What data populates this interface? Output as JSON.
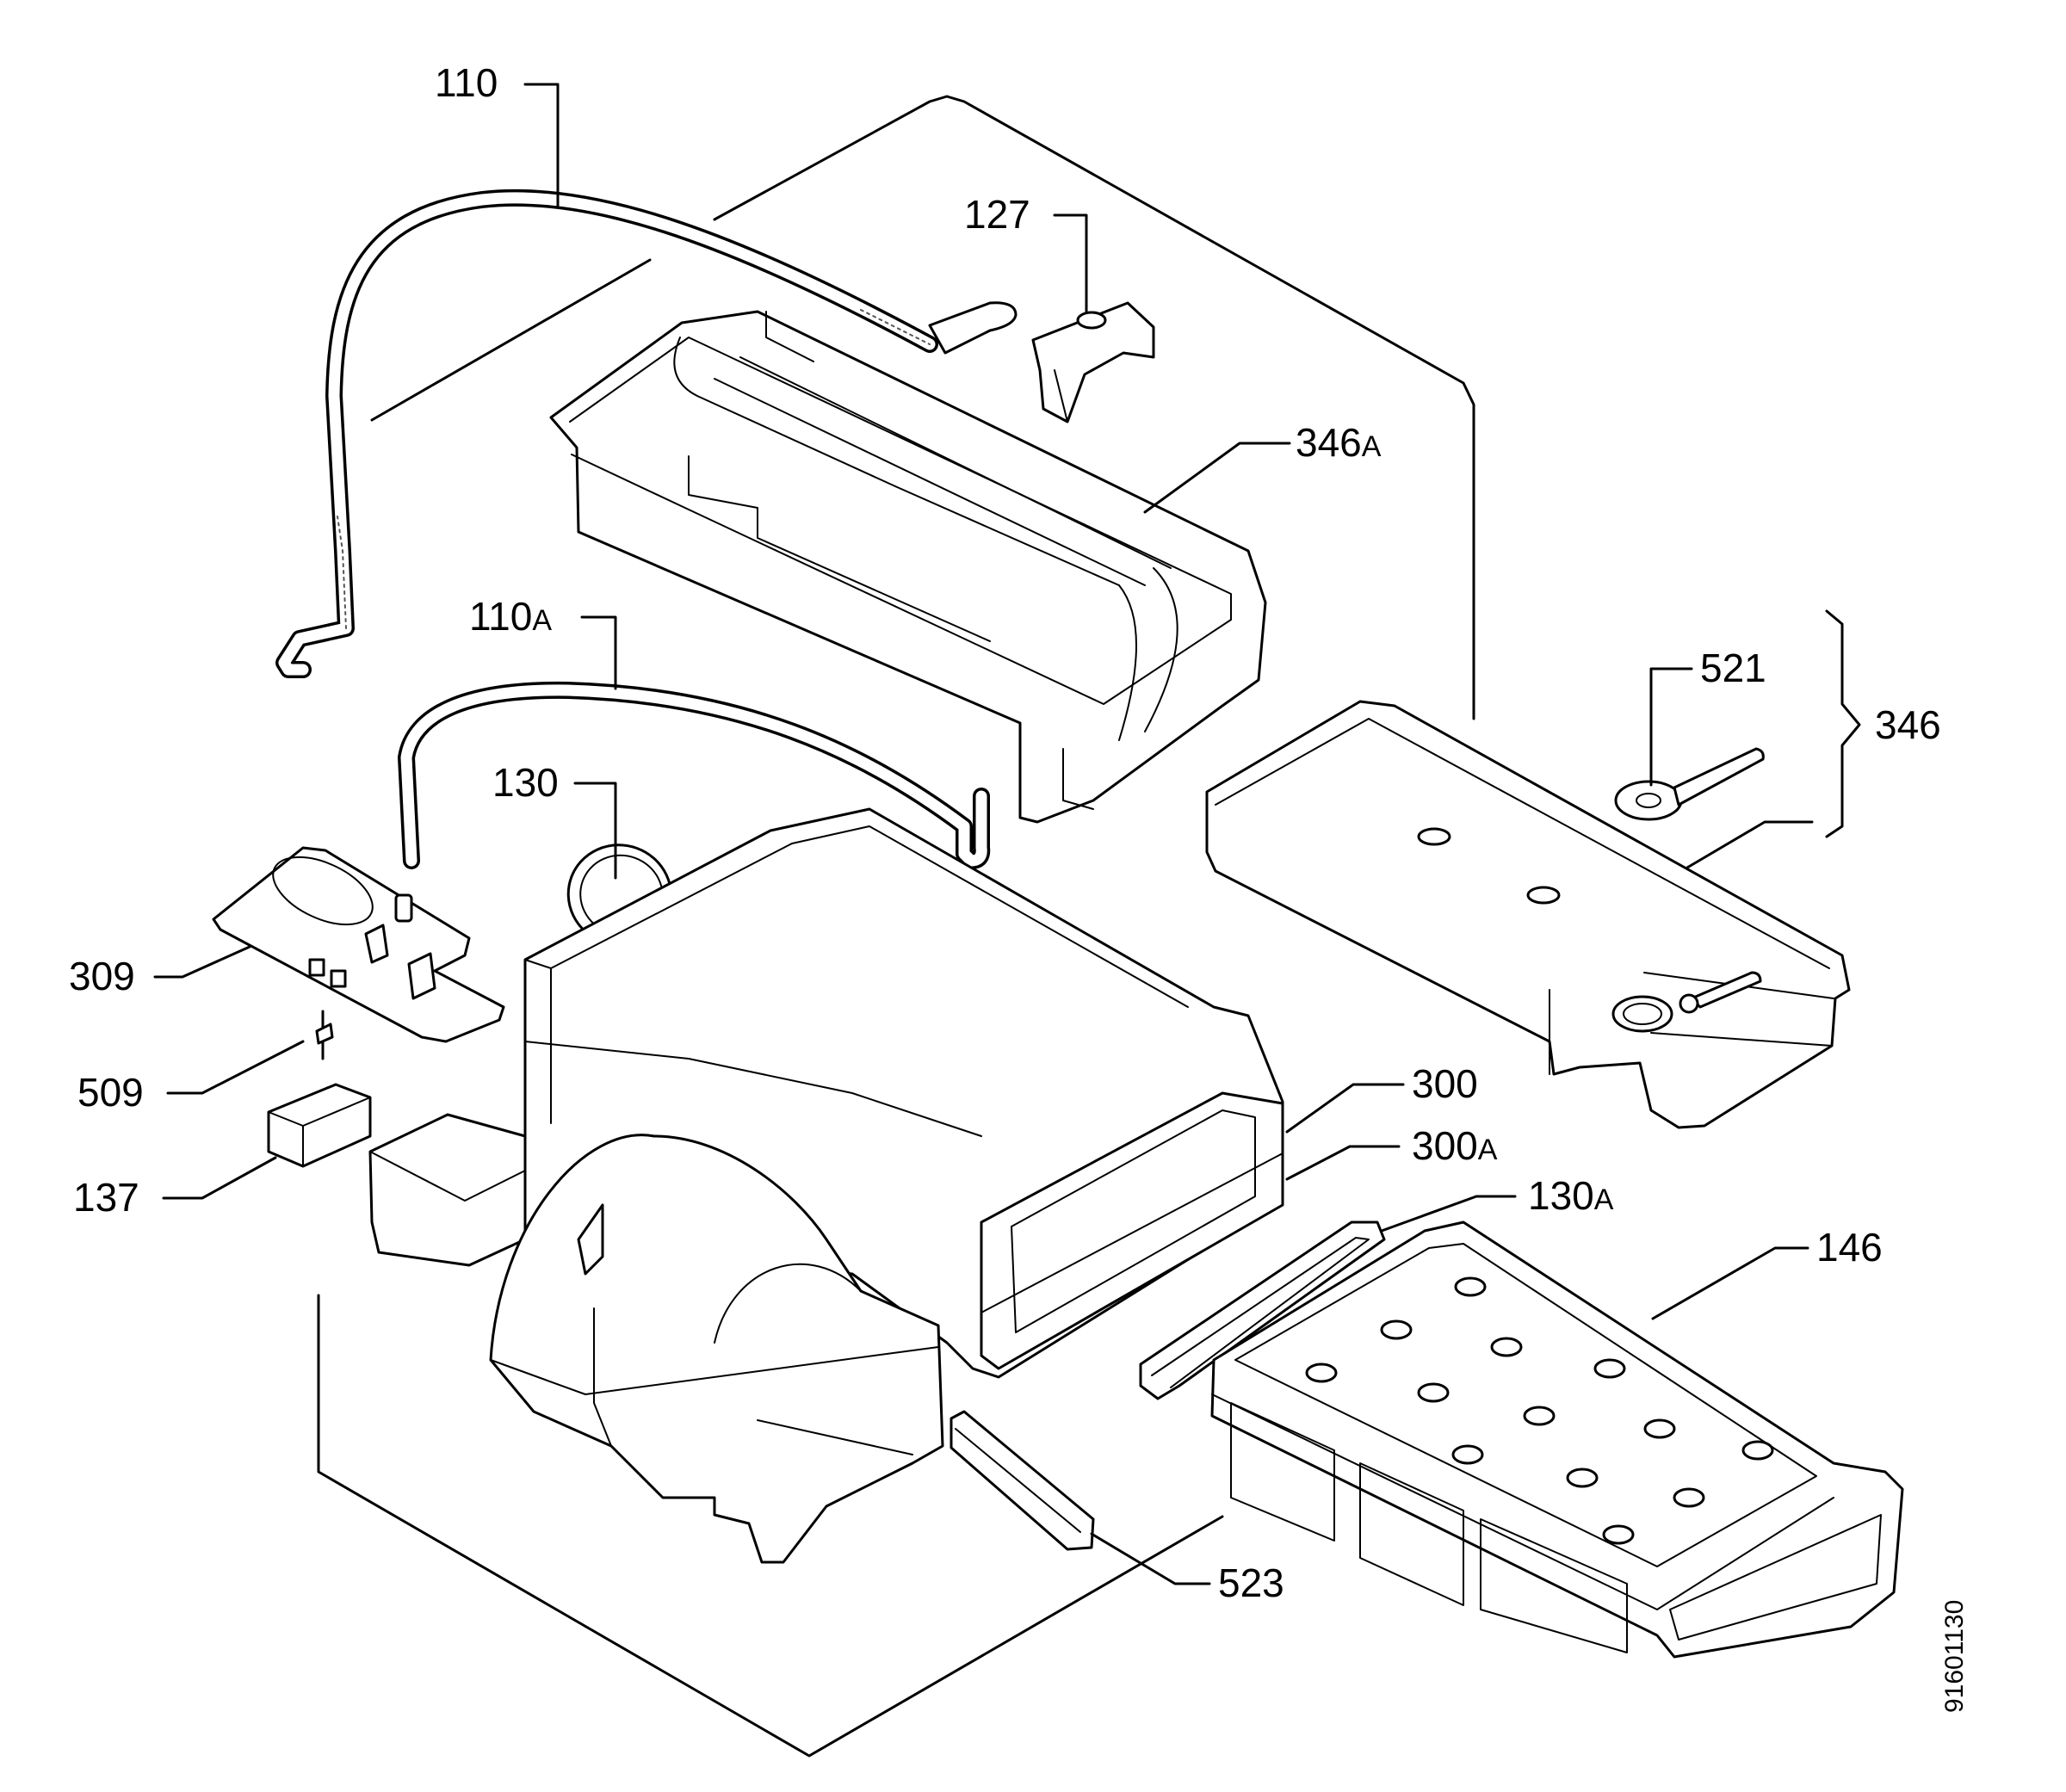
{
  "labels": {
    "p110": "110",
    "p127": "127",
    "p346a_num": "346",
    "p346a_suf": "A",
    "p110a_num": "110",
    "p110a_suf": "A",
    "p521": "521",
    "p346": "346",
    "p130": "130",
    "p309": "309",
    "p509": "509",
    "p300": "300",
    "p300a_num": "300",
    "p300a_suf": "A",
    "p137": "137",
    "p130a_num": "130",
    "p130a_suf": "A",
    "p146": "146",
    "p523": "523"
  },
  "drawing_code": "91601130"
}
